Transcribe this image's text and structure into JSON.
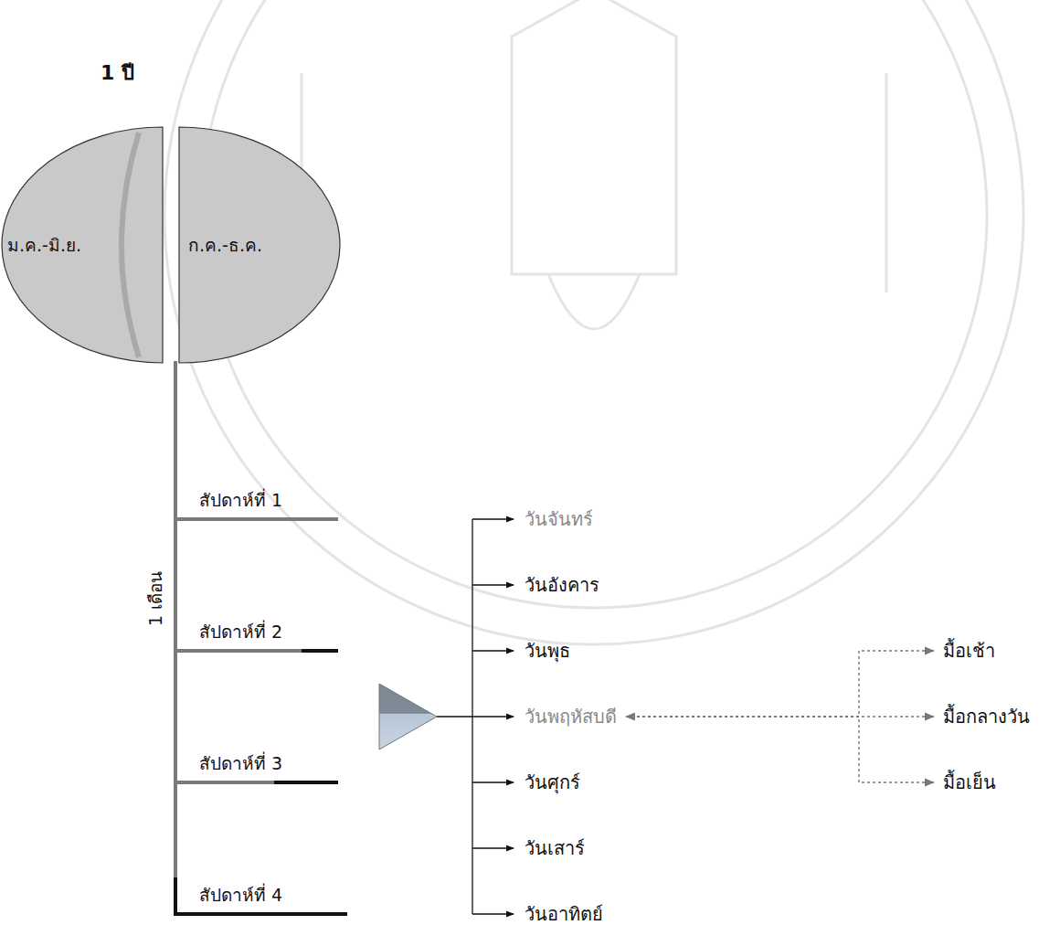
{
  "diagram": {
    "nodes": [
      {
        "text": [
          "ม.ค.-มิ.ย."
        ]
      },
      {
        "text": [
          "ก.ค.-ธ.ค."
        ]
      },
      {
        "text": [
          "วันจันทร์"
        ]
      },
      {
        "text": [
          "วันอังคาร"
        ]
      },
      {
        "text": [
          "วันพุธ"
        ]
      },
      {
        "text": [
          "วันพฤหัสบดี"
        ]
      },
      {
        "text": [
          "วันศุกร์"
        ]
      },
      {
        "text": [
          "วันเสาร์"
        ]
      },
      {
        "text": [
          "วันอาทิตย์"
        ]
      },
      {
        "text": [
          "มื้อเช้า"
        ]
      },
      {
        "text": [
          "มื้อกลางวัน"
        ]
      },
      {
        "text": [
          "มื้อเย็น"
        ]
      }
    ],
    "edges": [
      {
        "from": 5,
        "to": 10,
        "arrow": "both"
      },
      {
        "from": 5,
        "to": 9,
        "arrow": "to"
      },
      {
        "from": 5,
        "to": 11,
        "arrow": "to"
      }
    ],
    "labels": [
      "1 ปี",
      "1 เดือน",
      "สัปดาห์ที่ 1",
      "สัปดาห์ที่ 2",
      "สัปดาห์ที่ 3",
      "สัปดาห์ที่ 4"
    ]
  }
}
